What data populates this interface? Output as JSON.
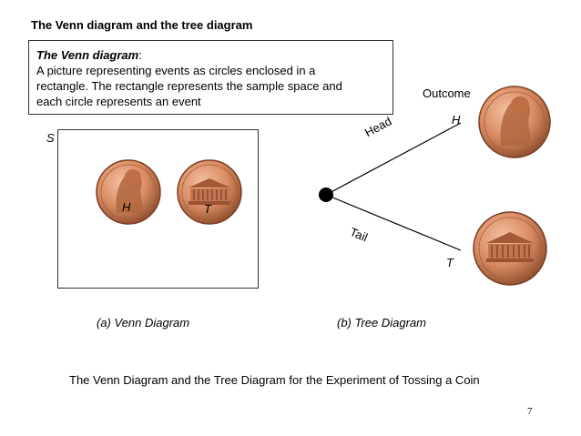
{
  "title": "The Venn diagram and the tree diagram",
  "definition": {
    "heading": "The Venn diagram",
    "heading_suffix": ":",
    "line1": "A picture representing events as circles enclosed in a",
    "line2": "rectangle. The rectangle represents the sample space and",
    "line3": "each circle represents an event"
  },
  "venn": {
    "sample_space_label": "S",
    "event_heads_label": "H",
    "event_tails_label": "T",
    "caption": "(a) Venn Diagram"
  },
  "tree": {
    "outcome_label": "Outcome",
    "branch_head": "Head",
    "branch_tail": "Tail",
    "outcome_heads": "H",
    "outcome_tails": "T",
    "caption": "(b) Tree Diagram"
  },
  "icons": {
    "coin_heads": "penny-heads-icon",
    "coin_tails": "penny-tails-icon"
  },
  "colors": {
    "copper_light": "#e6a27c",
    "copper_dark": "#8a4a2b"
  },
  "figure_caption": "The Venn Diagram and the Tree Diagram for the Experiment of Tossing a Coin",
  "page_number": "7"
}
